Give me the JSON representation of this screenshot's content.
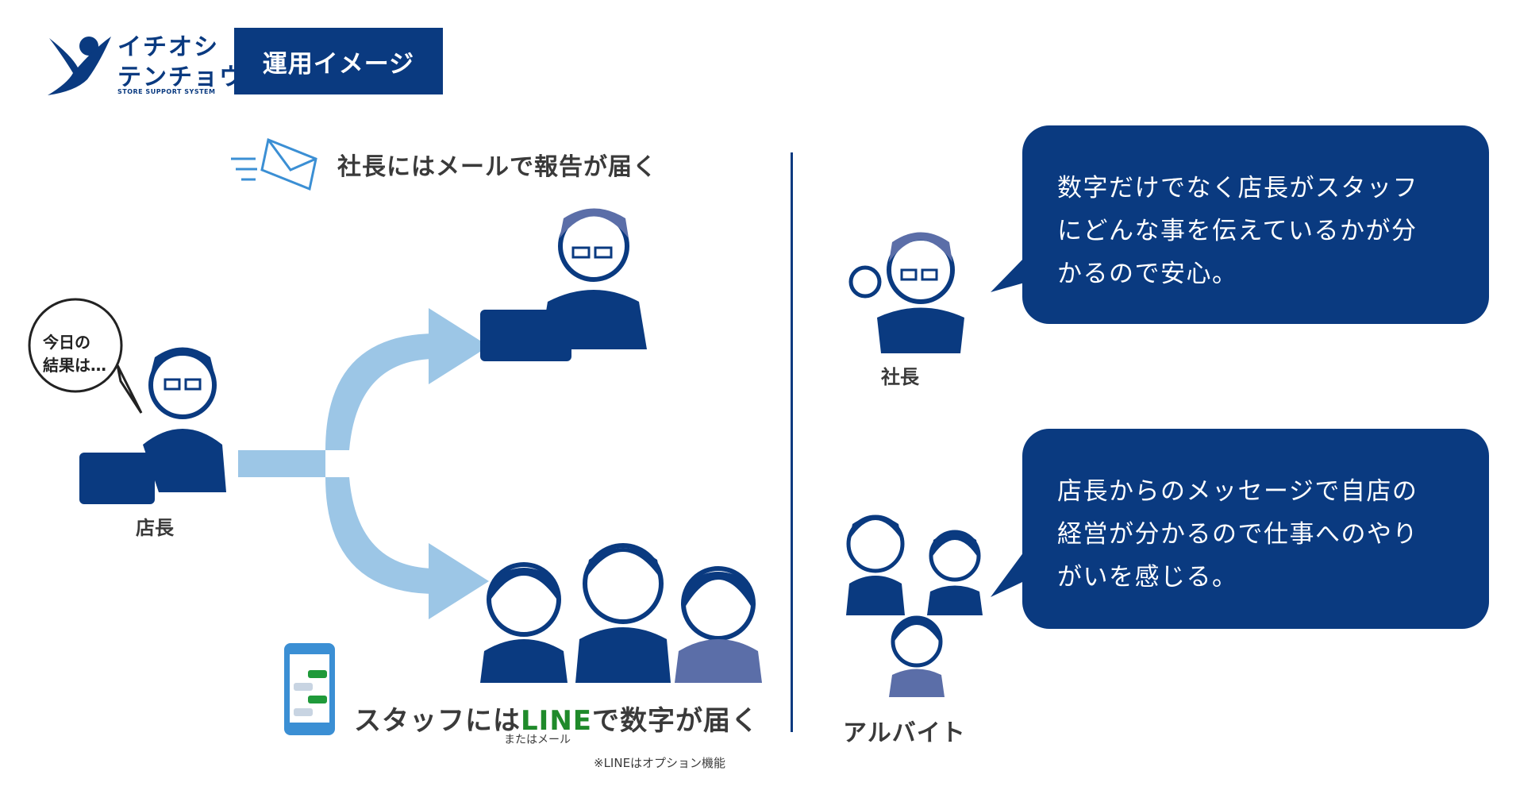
{
  "header": {
    "logo_line1": "イチオシ",
    "logo_line2": "テンチョウ",
    "logo_sub": "STORE SUPPORT SYSTEM",
    "title": "運用イメージ"
  },
  "flow": {
    "ceo_mail_label": "社長にはメールで報告が届く",
    "staff_prefix": "スタッフには",
    "staff_line": "LINE",
    "staff_suffix": "で数字が届く",
    "or_mail": "またはメール",
    "option_note": "※LINEはオプション機能",
    "manager_label": "店長",
    "speech_line1": "今日の",
    "speech_line2": "結果は…"
  },
  "voices": {
    "ceo_label": "社長",
    "ceo_line1": "数字だけでなく店長がスタッフ",
    "ceo_line2": "にどんな事を伝えているかが分",
    "ceo_line3": "かるので安心。",
    "parttime_label": "アルバイト",
    "parttime_line1": "店長からのメッセージで自店の",
    "parttime_line2": "経営が分かるので仕事へのやり",
    "parttime_line3": "がいを感じる。"
  },
  "colors": {
    "navy": "#0a3a80",
    "arrow": "#9cc6e6",
    "line_green": "#1f8a2a",
    "mail_icon": "#3b8fd4"
  }
}
